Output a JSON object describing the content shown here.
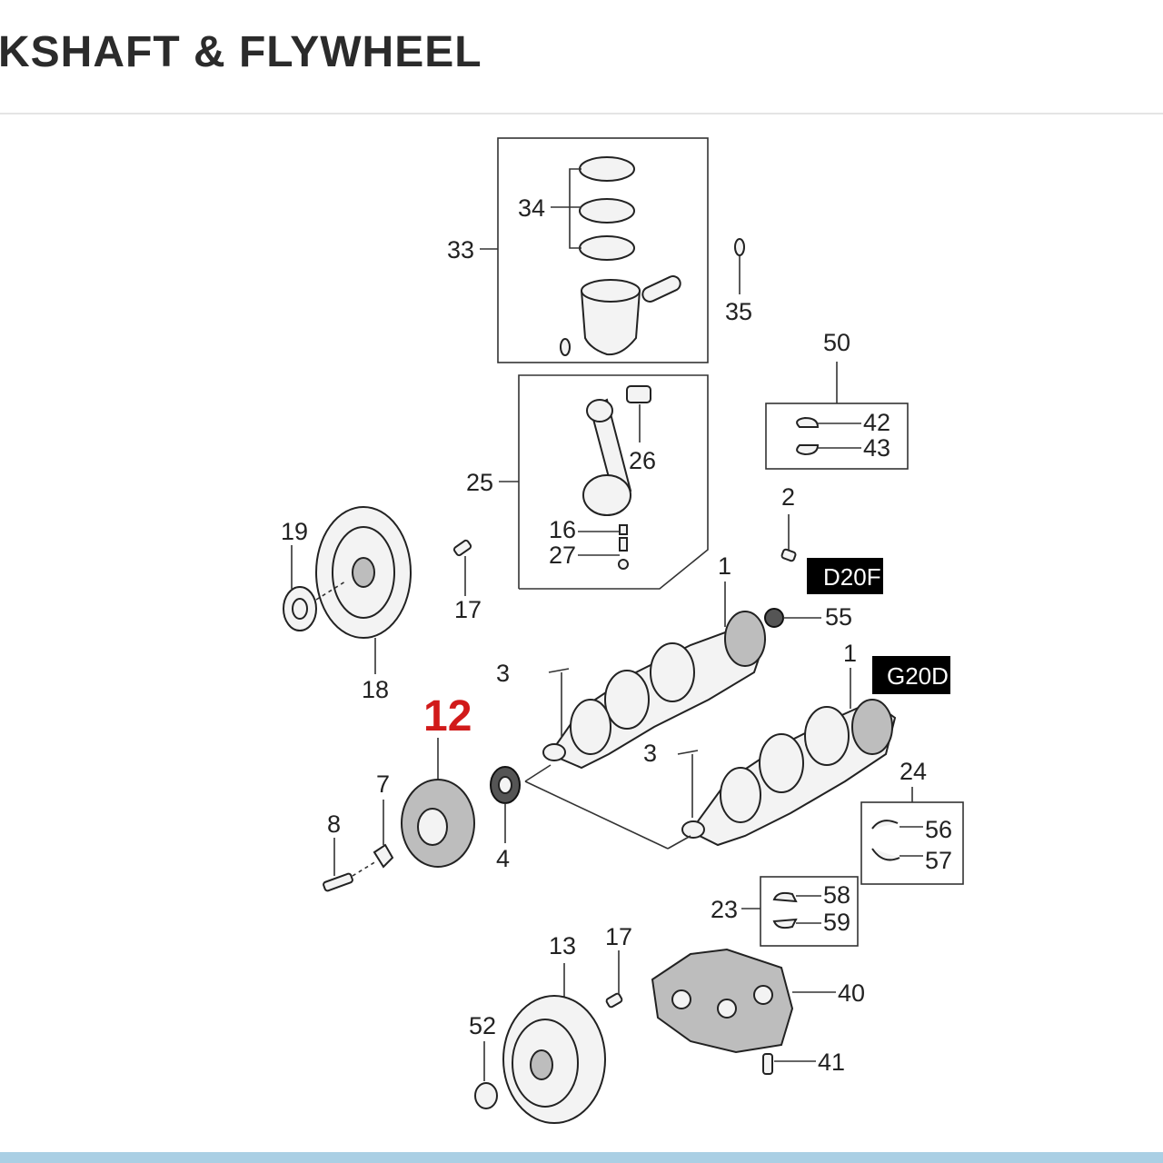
{
  "header": {
    "title": "KSHAFT & FLYWHEEL"
  },
  "callouts": {
    "c1a": "1",
    "c1b": "1",
    "c2": "2",
    "c3a": "3",
    "c3b": "3",
    "c4": "4",
    "c7": "7",
    "c8": "8",
    "c12": "12",
    "c13": "13",
    "c16": "16",
    "c17a": "17",
    "c17b": "17",
    "c18": "18",
    "c19": "19",
    "c23": "23",
    "c24": "24",
    "c25": "25",
    "c26": "26",
    "c27": "27",
    "c33": "33",
    "c34": "34",
    "c35": "35",
    "c40": "40",
    "c41": "41",
    "c42": "42",
    "c43": "43",
    "c50": "50",
    "c52": "52",
    "c55": "55",
    "c56": "56",
    "c57": "57",
    "c58": "58",
    "c59": "59"
  },
  "engine_tags": {
    "d20": "D20F",
    "g20": "G20D"
  },
  "colors": {
    "highlight": "#d11a1a",
    "tag_bg": "#000000",
    "footer": "#aacfe4"
  }
}
